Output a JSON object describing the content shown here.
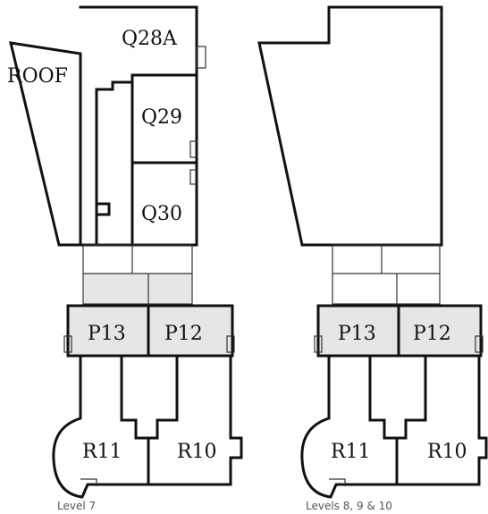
{
  "plans": [
    {
      "caption": "Level 7",
      "units": {
        "roof": "ROOF",
        "q28a": "Q28A",
        "q29": "Q29",
        "q30": "Q30",
        "p13": "P13",
        "p12": "P12",
        "r11": "R11",
        "r10": "R10"
      }
    },
    {
      "caption": "Levels 8, 9 & 10",
      "units": {
        "p13": "P13",
        "p12": "P12",
        "r11": "R11",
        "r10": "R10"
      }
    }
  ]
}
